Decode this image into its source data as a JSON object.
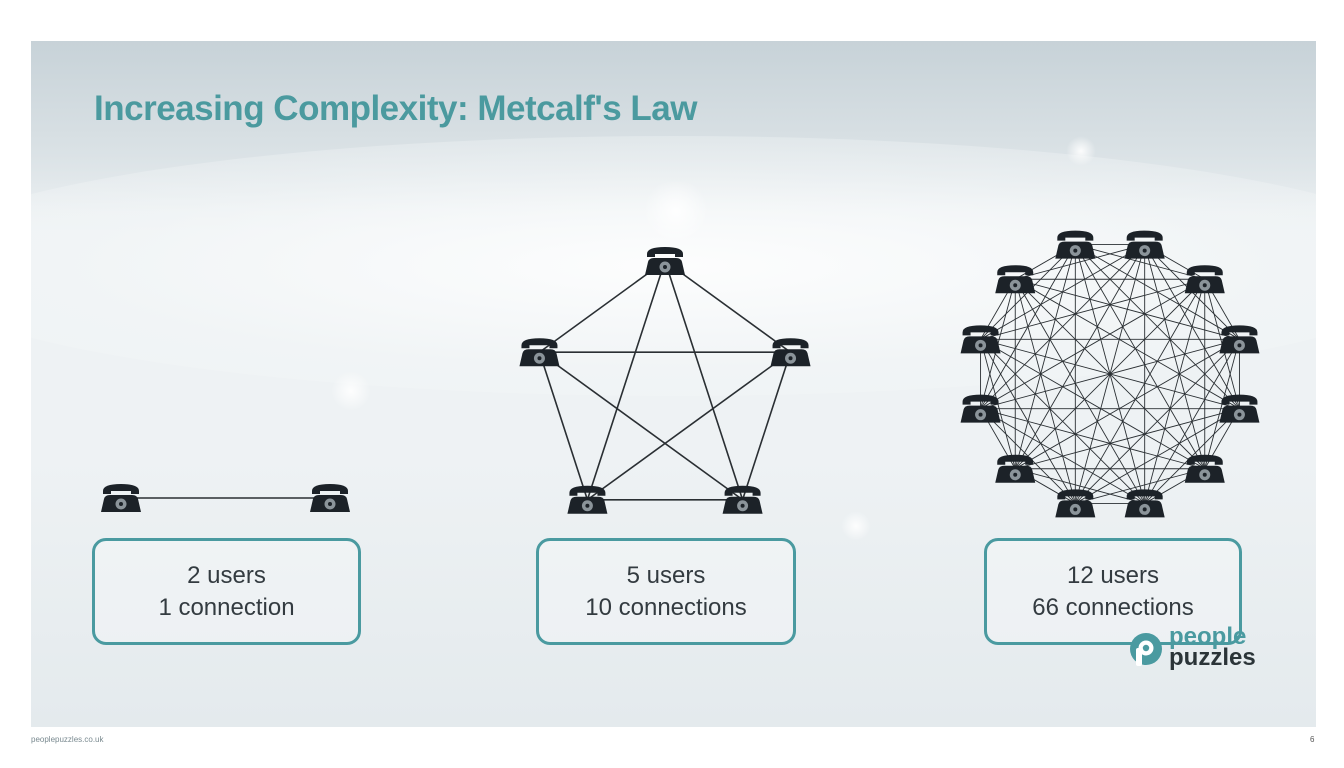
{
  "slide": {
    "title": "Increasing Complexity: Metcalf's Law",
    "footer_url": "peoplepuzzles.co.uk",
    "page_number": "6"
  },
  "networks": [
    {
      "users_label": "2 users",
      "connections_label": "1 connection",
      "user_count": 2,
      "connection_count": 1
    },
    {
      "users_label": "5 users",
      "connections_label": "10 connections",
      "user_count": 5,
      "connection_count": 10
    },
    {
      "users_label": "12 users",
      "connections_label": "66 connections",
      "user_count": 12,
      "connection_count": 66
    }
  ],
  "logo": {
    "line1": "people",
    "line2": "puzzles"
  },
  "icons": {
    "node": "telephone-icon",
    "logo": "people-puzzles-logo-icon"
  },
  "colors": {
    "accent": "#4a9aa0",
    "title": "#4b9a9f",
    "line": "#2a2f33",
    "phone": "#1c2228"
  }
}
